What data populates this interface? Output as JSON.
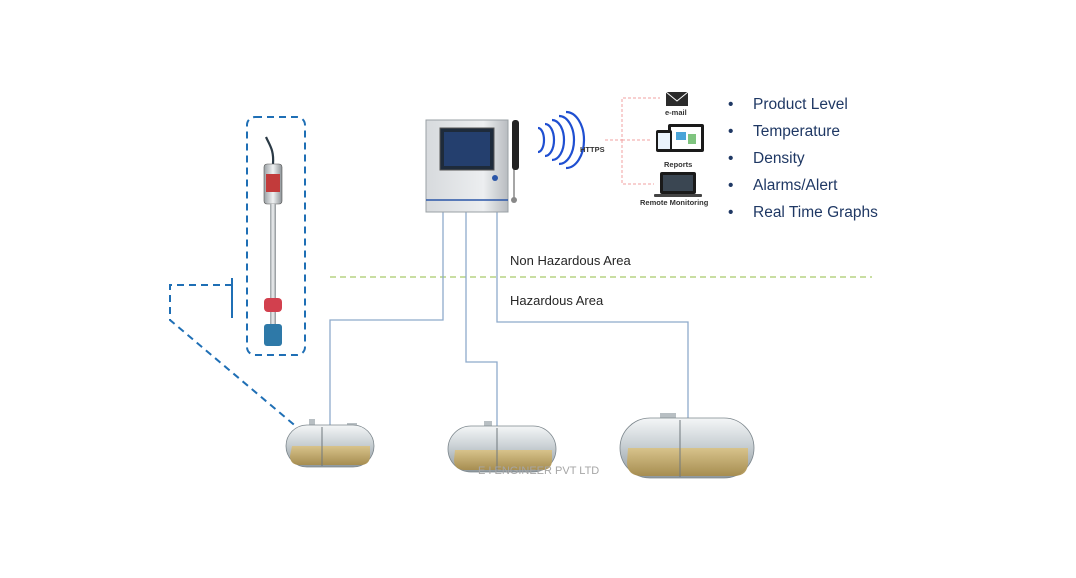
{
  "features": [
    "Product Level",
    "Temperature",
    "Density",
    "Alarms/Alert",
    "Real Time Graphs"
  ],
  "bullet": "•",
  "areas": {
    "non_hazardous": "Non Hazardous Area",
    "hazardous": "Hazardous Area"
  },
  "outputs": {
    "email": "e-mail",
    "reports": "Reports",
    "remote": "Remote Monitoring"
  },
  "protocol": "HTTPS",
  "watermark": "E I ENGINEER PVT LTD",
  "colors": {
    "text_blue": "#1f3864",
    "probe_dash": "#1f6fb5",
    "area_divider": "#a9c96a",
    "pipe": "#8eaacb",
    "wireless": "#1f4fd1",
    "tank_fluid": "#c9ae6b"
  }
}
